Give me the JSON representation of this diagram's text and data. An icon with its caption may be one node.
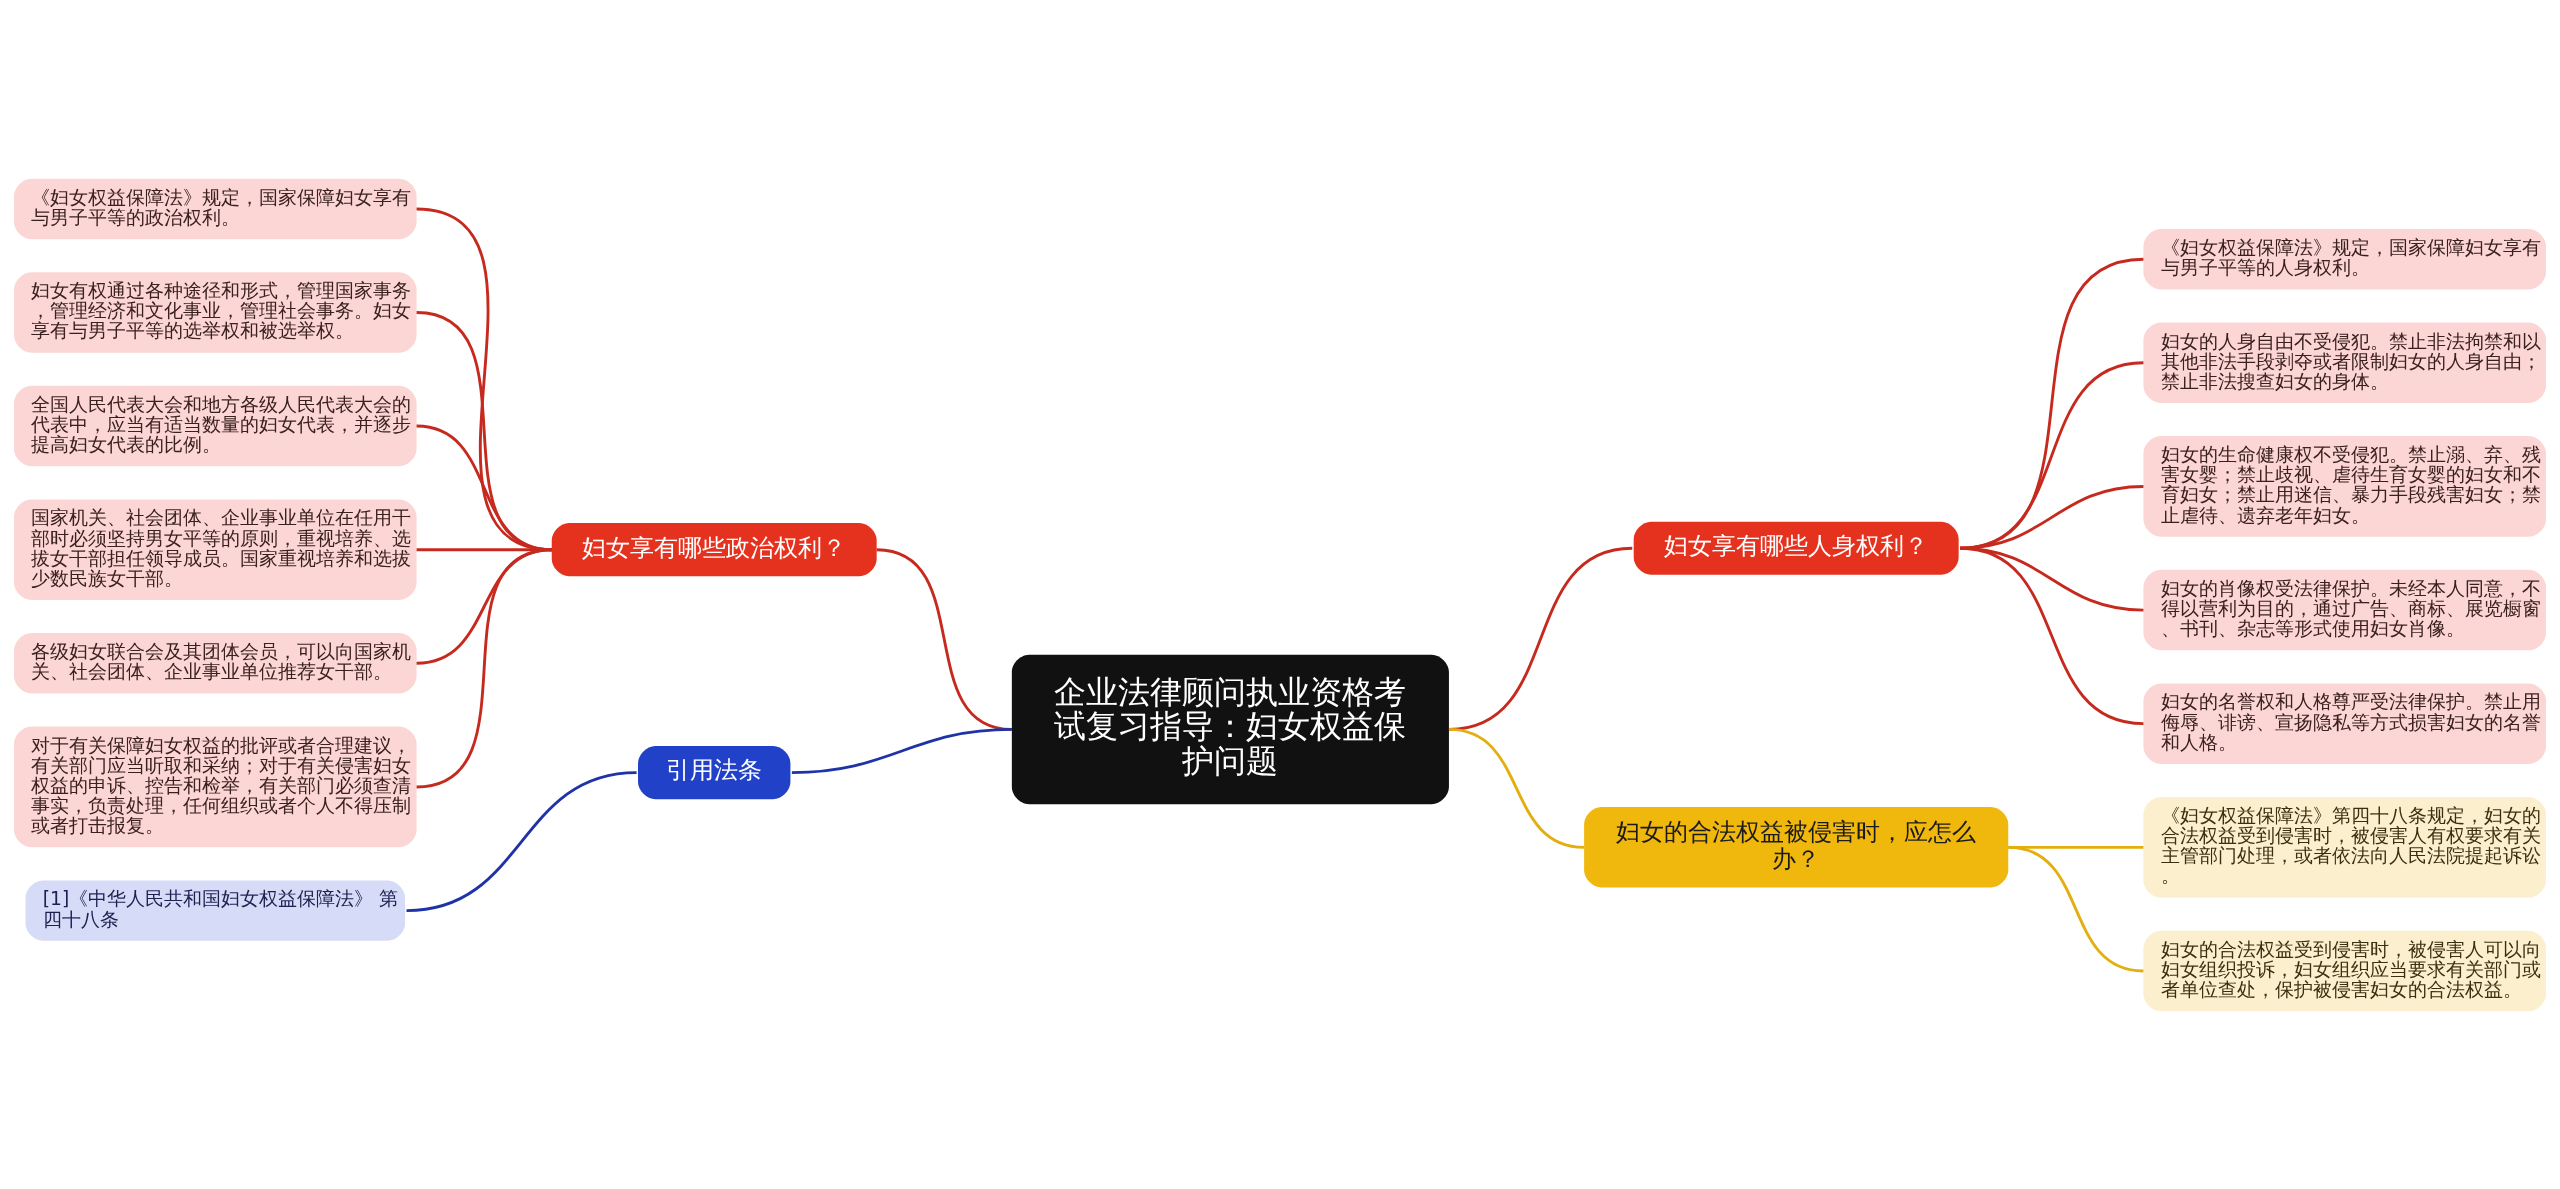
{
  "diagram": {
    "nodes": [
      {
        "text": [
          "企业法律顾问执业资格考试复习指导：妇女权益保护问题"
        ]
      },
      {
        "text": [
          "妇女享有哪些政治权利？"
        ]
      },
      {
        "text": [
          "《妇女权益保障法》规定，国家保障妇女享有与男子平等的政治权利。"
        ]
      },
      {
        "text": [
          "妇女有权通过各种途径和形式，管理国家事务，管理经济和文化事业，管理社会事务。妇女享有与男子平等的选举权和被选举权。"
        ]
      },
      {
        "text": [
          "全国人民代表大会和地方各级人民代表大会的代表中，应当有适当数量的妇女代表，并逐步提高妇女代表的比例。"
        ]
      },
      {
        "text": [
          "国家机关、社会团体、企业事业单位在任用干部时必须坚持男女平等的原则，重视培养、选拔女干部担任领导成员。国家重视培养和选拔少数民族女干部。"
        ]
      },
      {
        "text": [
          "各级妇女联合会及其团体会员，可以向国家机关、社会团体、企业事业单位推荐女干部。"
        ]
      },
      {
        "text": [
          "对于有关保障妇女权益的批评或者合理建议，有关部门应当听取和采纳；对于有关侵害妇女权益的申诉、控告和检举，有关部门必须查清事实，负责处理，任何组织或者个人不得压制或者打击报复。"
        ]
      },
      {
        "text": [
          "引用法条"
        ]
      },
      {
        "text": [
          "[1]《中华人民共和国妇女权益保障法》 第四十八条"
        ]
      },
      {
        "text": [
          "妇女享有哪些人身权利？"
        ]
      },
      {
        "text": [
          "《妇女权益保障法》规定，国家保障妇女享有与男子平等的人身权利。"
        ]
      },
      {
        "text": [
          "妇女的人身自由不受侵犯。禁止非法拘禁和以其他非法手段剥夺或者限制妇女的人身自由；禁止非法搜查妇女的身体。"
        ]
      },
      {
        "text": [
          "妇女的生命健康权不受侵犯。禁止溺、弃、残害女婴；禁止歧视、虐待生育女婴的妇女和不育妇女；禁止用迷信、暴力手段残害妇女；禁止虐待、遗弃老年妇女。"
        ]
      },
      {
        "text": [
          "妇女的肖像权受法律保护。未经本人同意，不得以营利为目的，通过广告、商标、展览橱窗、书刊、杂志等形式使用妇女肖像。"
        ]
      },
      {
        "text": [
          "妇女的名誉权和人格尊严受法律保护。禁止用侮辱、诽谤、宣扬隐私等方式损害妇女的名誉和人格。"
        ]
      },
      {
        "text": [
          "妇女的合法权益被侵害时，应怎么办？"
        ]
      },
      {
        "text": [
          "《妇女权益保障法》第四十八条规定，妇女的合法权益受到侵害时，被侵害人有权要求有关主管部门处理，或者依法向人民法院提起诉讼。"
        ]
      },
      {
        "text": [
          "妇女的合法权益受到侵害时，被侵害人可以向妇女组织投诉，妇女组织应当要求有关部门或者单位查处，保护被侵害妇女的合法权益。"
        ]
      }
    ],
    "edges": [
      {
        "from": 1,
        "to": 0,
        "arrow": "none"
      },
      {
        "from": 2,
        "to": 1,
        "arrow": "none"
      },
      {
        "from": 3,
        "to": 1,
        "arrow": "none"
      },
      {
        "from": 4,
        "to": 1,
        "arrow": "none"
      },
      {
        "from": 5,
        "to": 1,
        "arrow": "none"
      },
      {
        "from": 6,
        "to": 1,
        "arrow": "none"
      },
      {
        "from": 7,
        "to": 1,
        "arrow": "none"
      },
      {
        "from": 8,
        "to": 0,
        "arrow": "none",
        "color": "#1f33a8"
      },
      {
        "from": 9,
        "to": 8,
        "arrow": "none",
        "color": "#1f33a8"
      },
      {
        "from": 0,
        "to": 10,
        "arrow": "none"
      },
      {
        "from": 10,
        "to": 11,
        "arrow": "none"
      },
      {
        "from": 10,
        "to": 12,
        "arrow": "none"
      },
      {
        "from": 10,
        "to": 13,
        "arrow": "none"
      },
      {
        "from": 10,
        "to": 14,
        "arrow": "none"
      },
      {
        "from": 10,
        "to": 15,
        "arrow": "none"
      },
      {
        "from": 0,
        "to": 16,
        "arrow": "none",
        "color": "#e3ae0f"
      },
      {
        "from": 16,
        "to": 17,
        "arrow": "none",
        "color": "#e3ae0f"
      },
      {
        "from": 16,
        "to": 18,
        "arrow": "none",
        "color": "#e3ae0f"
      }
    ]
  }
}
